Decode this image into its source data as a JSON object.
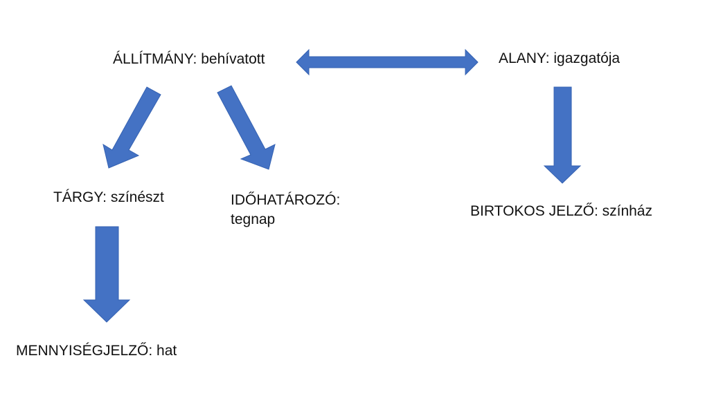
{
  "colors": {
    "arrow_fill": "#4472C4",
    "text": "#111111",
    "background": "#ffffff"
  },
  "nodes": {
    "allitmany": "ÁLLÍTMÁNY: behívatott",
    "alany": "ALANY: igazgatója",
    "targy": "TÁRGY: színészt",
    "idohatarozo_label": "IDŐHATÁROZÓ:",
    "idohatarozo_value": "tegnap",
    "birtokos_jelzo": "BIRTOKOS JELZŐ: színház",
    "mennyisegjelzo": "MENNYISÉGJELZŐ: hat"
  },
  "connections": [
    {
      "from": "allitmany",
      "to": "alany",
      "type": "double-arrow"
    },
    {
      "from": "allitmany",
      "to": "targy",
      "type": "arrow"
    },
    {
      "from": "allitmany",
      "to": "idohatarozo",
      "type": "arrow"
    },
    {
      "from": "alany",
      "to": "birtokos_jelzo",
      "type": "arrow"
    },
    {
      "from": "targy",
      "to": "mennyisegjelzo",
      "type": "arrow"
    }
  ]
}
